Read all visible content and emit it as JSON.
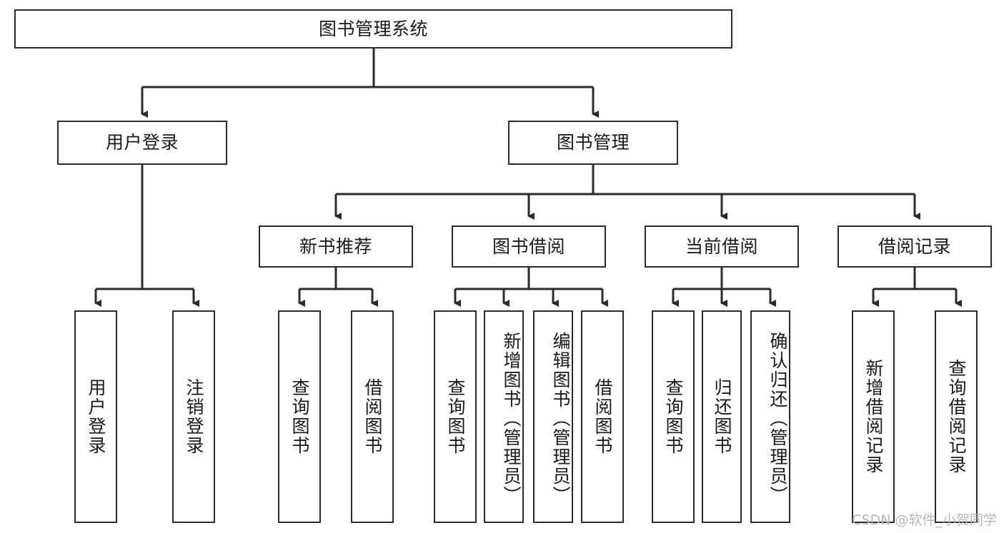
{
  "diagram": {
    "title": "图书管理系统",
    "type": "tree",
    "root": {
      "label": "图书管理系统"
    },
    "level2": [
      {
        "id": "user-login",
        "label": "用户登录"
      },
      {
        "id": "book-manage",
        "label": "图书管理"
      }
    ],
    "level3": [
      {
        "id": "new-book-recommend",
        "label": "新书推荐",
        "parent": "book-manage"
      },
      {
        "id": "book-borrow",
        "label": "图书借阅",
        "parent": "book-manage"
      },
      {
        "id": "current-borrow",
        "label": "当前借阅",
        "parent": "book-manage"
      },
      {
        "id": "borrow-record",
        "label": "借阅记录",
        "parent": "book-manage"
      }
    ],
    "leaves": [
      {
        "id": "leaf-user-login",
        "label": "用户登录",
        "parent": "user-login"
      },
      {
        "id": "leaf-user-logout",
        "label": "注销登录",
        "parent": "user-login"
      },
      {
        "id": "leaf-query-book-1",
        "label": "查询图书",
        "parent": "new-book-recommend"
      },
      {
        "id": "leaf-borrow-book-1",
        "label": "借阅图书",
        "parent": "new-book-recommend"
      },
      {
        "id": "leaf-query-book-2",
        "label": "查询图书",
        "parent": "book-borrow"
      },
      {
        "id": "leaf-add-book",
        "label": "新增图书（管理员）",
        "parent": "book-borrow"
      },
      {
        "id": "leaf-edit-book",
        "label": "编辑图书（管理员）",
        "parent": "book-borrow"
      },
      {
        "id": "leaf-borrow-book-2",
        "label": "借阅图书",
        "parent": "book-borrow"
      },
      {
        "id": "leaf-query-book-3",
        "label": "查询图书",
        "parent": "current-borrow"
      },
      {
        "id": "leaf-return-book",
        "label": "归还图书",
        "parent": "current-borrow"
      },
      {
        "id": "leaf-confirm-return",
        "label": "确认归还（管理员）",
        "parent": "current-borrow"
      },
      {
        "id": "leaf-add-record",
        "label": "新增借阅记录",
        "parent": "borrow-record"
      },
      {
        "id": "leaf-query-record",
        "label": "查询借阅记录",
        "parent": "borrow-record"
      }
    ]
  },
  "watermark": "CSDN @软件_小贺同学",
  "colors": {
    "stroke": "#2b2b2b",
    "background": "#ffffff",
    "text": "#1a1a1a",
    "watermark": "#b6b6b6"
  }
}
